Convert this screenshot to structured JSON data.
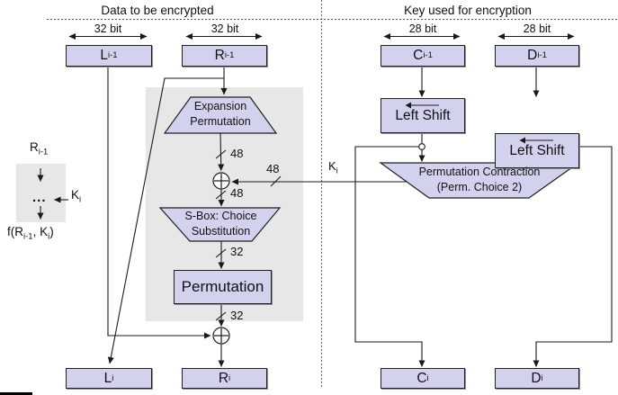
{
  "colors": {
    "box_fill": "#d2d2ee",
    "box_border": "#202020",
    "panel_gray": "#e7e7e7",
    "line": "#2a2a2a"
  },
  "headers": {
    "data_section": "Data to be encrypted",
    "key_section": "Key used for encryption"
  },
  "bit_widths": {
    "l": "32 bit",
    "r": "32 bit",
    "c": "28 bit",
    "d": "28 bit"
  },
  "registers": {
    "l_prev": {
      "main": "L",
      "sub": "i-1"
    },
    "r_prev": {
      "main": "R",
      "sub": "i-1"
    },
    "c_prev": {
      "main": "C",
      "sub": "i-1"
    },
    "d_prev": {
      "main": "D",
      "sub": "i-1"
    },
    "l_next": {
      "main": "L",
      "sub": "i"
    },
    "r_next": {
      "main": "R",
      "sub": "i"
    },
    "c_next": {
      "main": "C",
      "sub": "i"
    },
    "d_next": {
      "main": "D",
      "sub": "i"
    }
  },
  "blocks": {
    "expansion": {
      "line1": "Expansion",
      "line2": "Permutation"
    },
    "sbox": {
      "line1": "S-Box: Choice",
      "line2": "Substitution"
    },
    "permutation": "Permutation",
    "left_shift_c": "Left Shift",
    "left_shift_d": "Left Shift",
    "perm_contraction": {
      "line1": "Permutation Contraction",
      "line2": "(Perm. Choice 2)"
    }
  },
  "wire_labels": {
    "expansion_out": "48",
    "key_in": "48",
    "xor_out": "48",
    "sbox_out": "32",
    "perm_out": "32",
    "k": {
      "main": "K",
      "sub": "i"
    }
  },
  "legend": {
    "input": {
      "main": "R",
      "sub": "i-1"
    },
    "dots": "...",
    "key": {
      "main": "K",
      "sub": "i"
    },
    "output": {
      "p1": "f(R",
      "s1": "i-1",
      "p2": ", K",
      "s2": "i",
      "p3": ")"
    }
  }
}
